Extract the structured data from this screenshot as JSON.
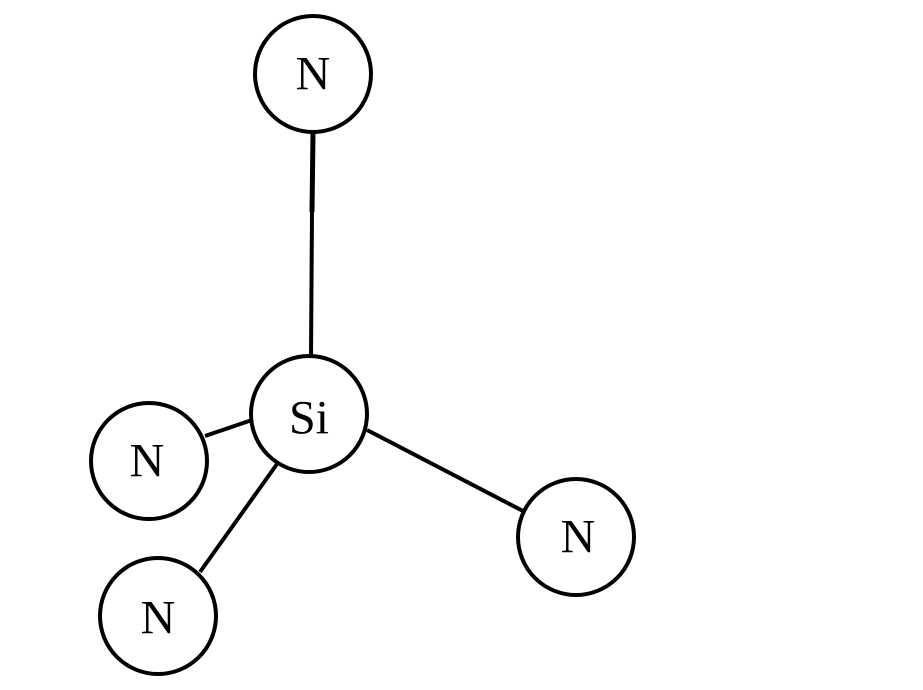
{
  "diagram": {
    "center_atom": {
      "label": "Si"
    },
    "ligand_atoms": [
      {
        "label": "N"
      },
      {
        "label": "N"
      },
      {
        "label": "N"
      },
      {
        "label": "N"
      }
    ]
  },
  "colors": {
    "stroke": "#000000",
    "fill": "#ffffff"
  }
}
